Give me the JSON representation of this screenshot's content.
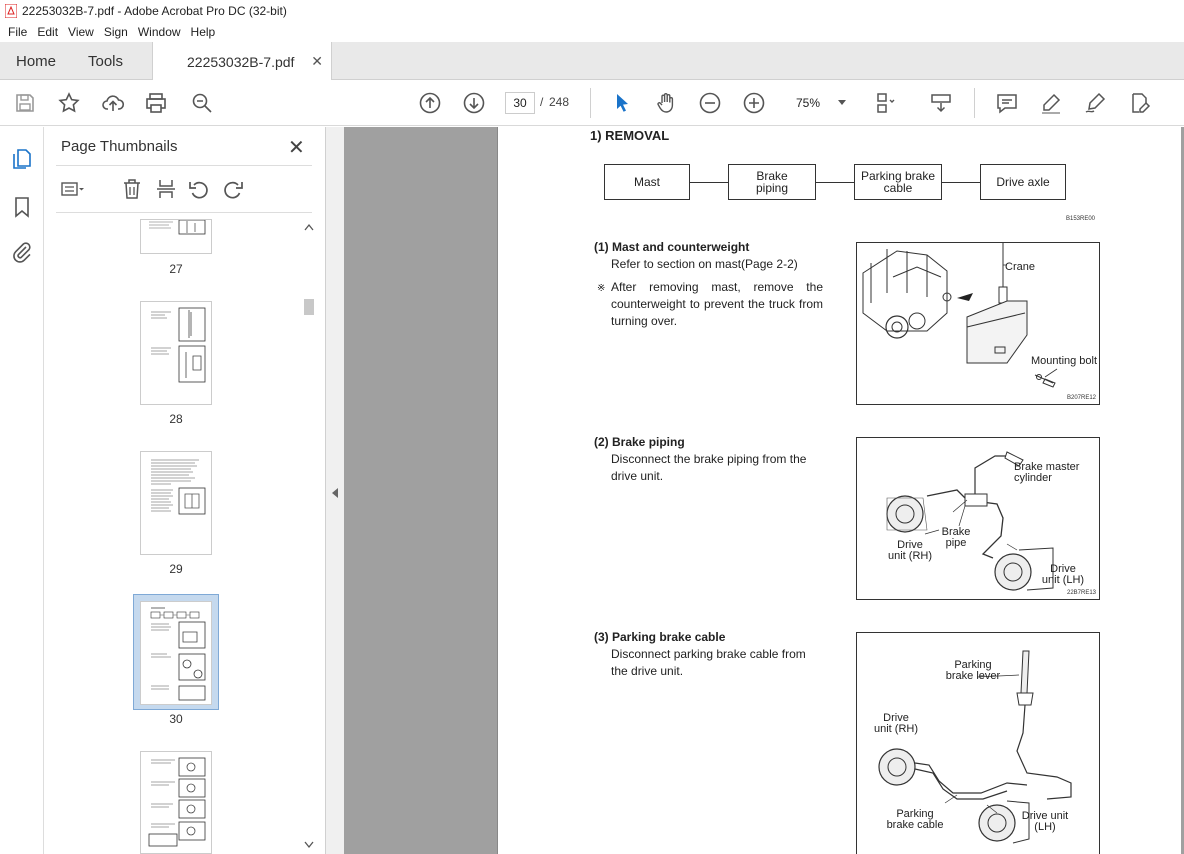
{
  "window": {
    "title": "22253032B-7.pdf - Adobe Acrobat Pro DC (32-bit)"
  },
  "menu": [
    "File",
    "Edit",
    "View",
    "Sign",
    "Window",
    "Help"
  ],
  "tabs": {
    "home": "Home",
    "tools": "Tools",
    "document": "22253032B-7.pdf"
  },
  "toolbar": {
    "current_page": "30",
    "page_separator": "/",
    "total_pages": "248",
    "zoom": "75%"
  },
  "thumbnails": {
    "title": "Page Thumbnails",
    "pages": [
      "27",
      "28",
      "29",
      "30"
    ],
    "selected_page": "30"
  },
  "document": {
    "heading": "1) REMOVAL",
    "flow": [
      "Mast",
      "Brake piping",
      "Parking brake cable",
      "Drive axle"
    ],
    "flow_code": "B153RE00",
    "sections": [
      {
        "title": "(1) Mast and counterweight",
        "body": "Refer to section on mast(Page 2-2)",
        "note_mark": "※",
        "note": "After removing mast, remove the counterweight to prevent the truck from turning over.",
        "figure_labels": [
          "Crane",
          "Mounting bolt"
        ],
        "figure_code": "B207RE12"
      },
      {
        "title": "(2) Brake piping",
        "body": "Disconnect the brake piping from the drive unit.",
        "figure_labels": [
          "Brake master cylinder",
          "Brake pipe",
          "Drive unit (RH)",
          "Drive unit (LH)"
        ],
        "figure_code": "22B7RE13"
      },
      {
        "title": "(3) Parking brake cable",
        "body": "Disconnect parking brake cable from the drive unit.",
        "figure_labels": [
          "Parking brake lever",
          "Drive unit (RH)",
          "Parking brake cable",
          "Drive unit (LH)"
        ]
      }
    ]
  }
}
